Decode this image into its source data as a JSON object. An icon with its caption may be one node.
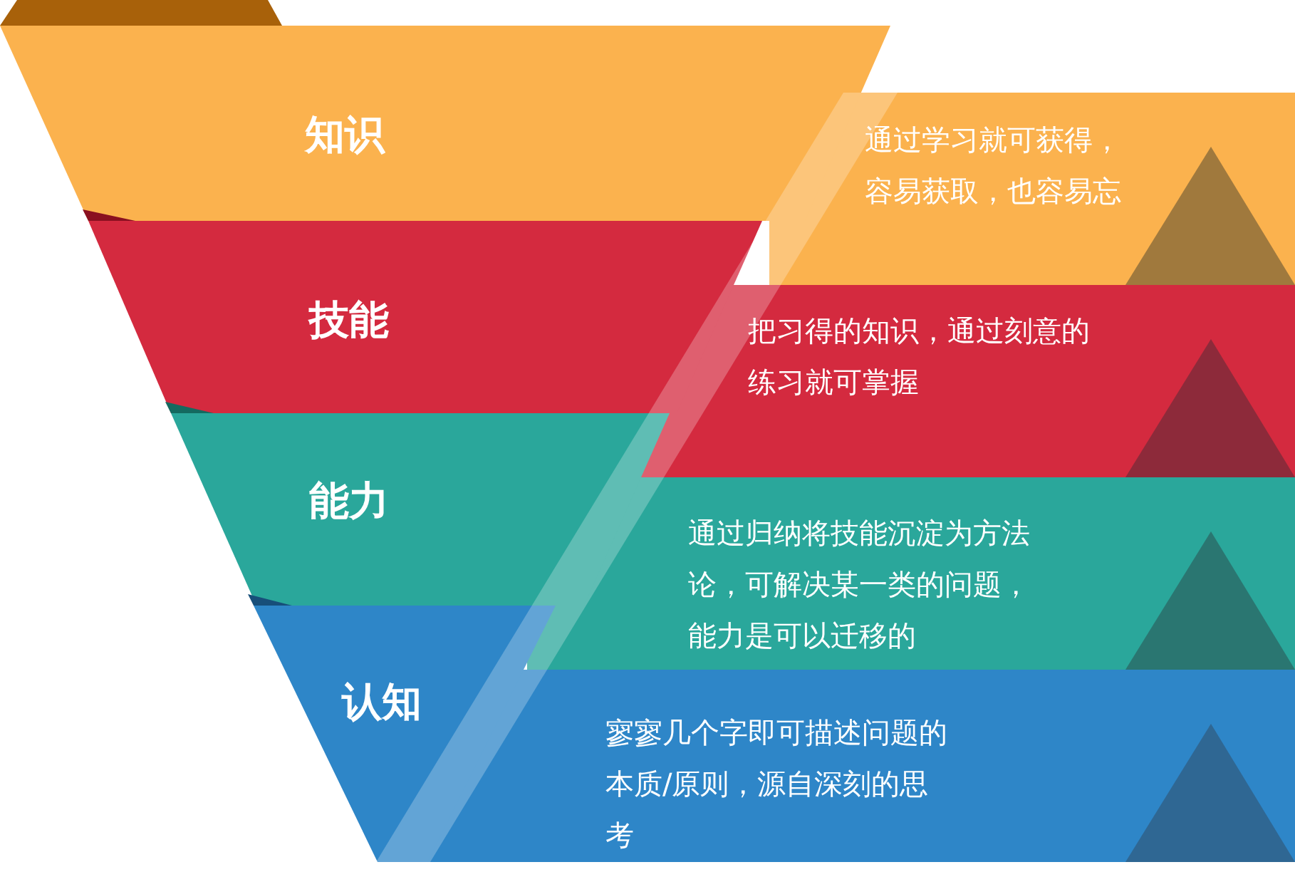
{
  "diagram": {
    "nodes": [
      {
        "text": [
          "知识",
          "通过学习就可获得，容易获取，也容易忘"
        ]
      },
      {
        "text": [
          "技能",
          "把习得的知识，通过刻意的练习就可掌握"
        ]
      },
      {
        "text": [
          "能力",
          "通过归纳将技能沉淀为方法论，可解决某一类的问题，能力是可以迁移的"
        ]
      },
      {
        "text": [
          "认知",
          "寥寥几个字即可描述问题的本质/原则，源自深刻的思考"
        ]
      }
    ]
  }
}
